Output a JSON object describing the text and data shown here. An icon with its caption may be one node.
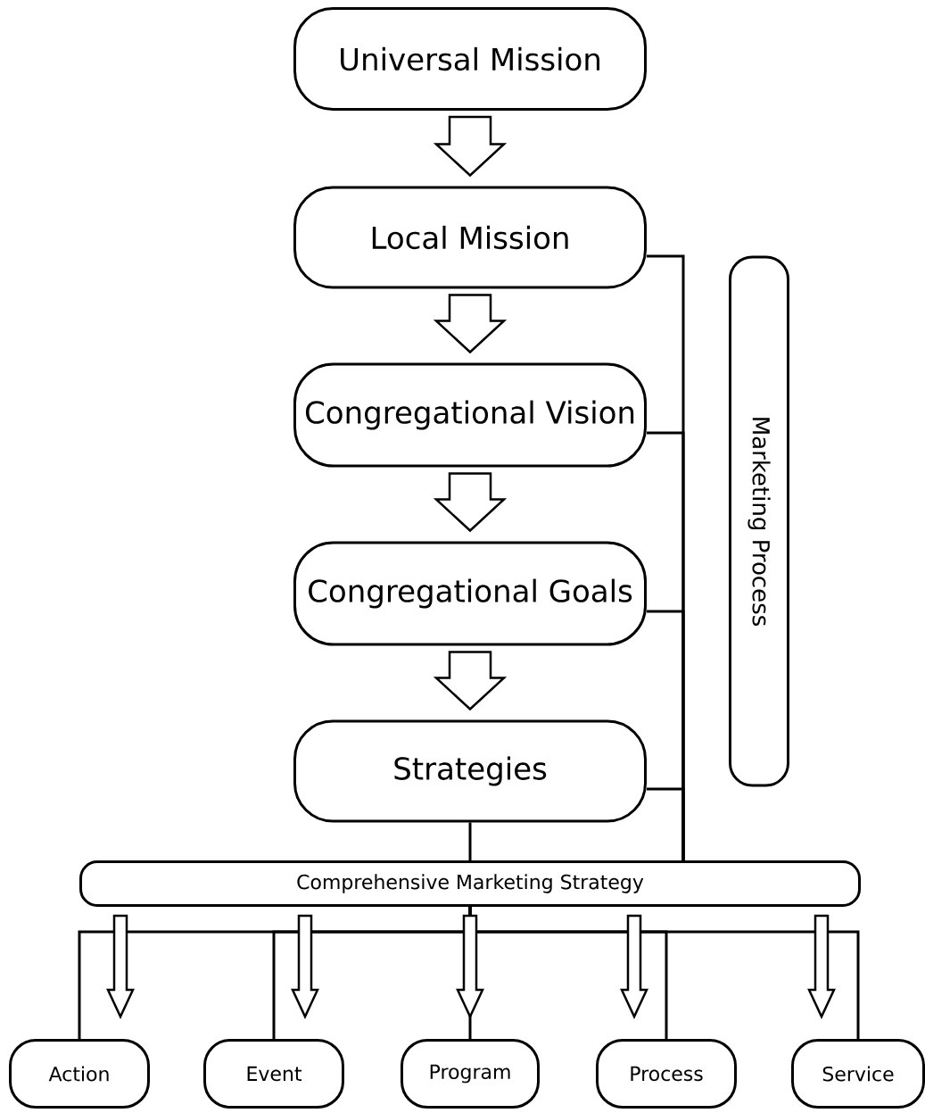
{
  "diagram": {
    "nodes": [
      {
        "text": [
          "Universal Mission"
        ]
      },
      {
        "text": [
          "Local Mission"
        ]
      },
      {
        "text": [
          "Congregational Vision"
        ]
      },
      {
        "text": [
          "Congregational Goals"
        ]
      },
      {
        "text": [
          "Strategies"
        ]
      },
      {
        "text": [
          "Marketing Process"
        ]
      },
      {
        "text": [
          "Comprehensive Marketing Strategy"
        ]
      },
      {
        "text": [
          "Action"
        ]
      },
      {
        "text": [
          "Event"
        ]
      },
      {
        "text": [
          "Program"
        ]
      },
      {
        "text": [
          "Process"
        ]
      },
      {
        "text": [
          "Service"
        ]
      }
    ],
    "edges": [
      {
        "from": 0,
        "to": 1,
        "arrow": "to"
      },
      {
        "from": 1,
        "to": 2,
        "arrow": "to"
      },
      {
        "from": 2,
        "to": 3,
        "arrow": "to"
      },
      {
        "from": 3,
        "to": 4,
        "arrow": "to"
      },
      {
        "from": 1,
        "to": 6,
        "arrow": "none"
      },
      {
        "from": 2,
        "to": 6,
        "arrow": "none"
      },
      {
        "from": 3,
        "to": 6,
        "arrow": "none"
      },
      {
        "from": 4,
        "to": 6,
        "arrow": "none"
      },
      {
        "from": 4,
        "to": 6,
        "arrow": "none"
      },
      {
        "from": 6,
        "to": 7,
        "arrow": "none"
      },
      {
        "from": 6,
        "to": 8,
        "arrow": "none"
      },
      {
        "from": 6,
        "to": 9,
        "arrow": "none"
      },
      {
        "from": 6,
        "to": 10,
        "arrow": "none"
      },
      {
        "from": 6,
        "to": 11,
        "arrow": "none"
      },
      {
        "from": 6,
        "to": 7,
        "arrow": "to"
      },
      {
        "from": 6,
        "to": 8,
        "arrow": "to"
      },
      {
        "from": 6,
        "to": 9,
        "arrow": "to"
      },
      {
        "from": 6,
        "to": 10,
        "arrow": "to"
      },
      {
        "from": 6,
        "to": 11,
        "arrow": "to"
      }
    ]
  }
}
